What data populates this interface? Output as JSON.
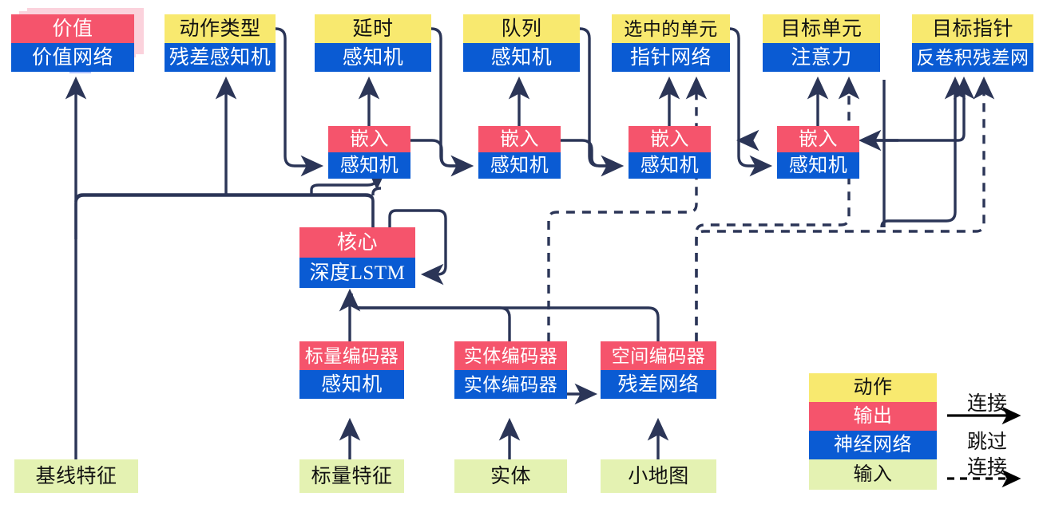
{
  "diagram": {
    "title": "",
    "colors": {
      "action": "#F8E96F",
      "output": "#F5546C",
      "network": "#0A5BD3",
      "input": "#E4F2B2",
      "wire": "#2B3557"
    }
  },
  "outputs": {
    "value": {
      "top": "价值",
      "bottom": "价值网络"
    },
    "action_type": {
      "top": "动作类型",
      "bottom": "残差感知机"
    },
    "delay": {
      "top": "延时",
      "bottom": "感知机"
    },
    "queued": {
      "top": "队列",
      "bottom": "感知机"
    },
    "selected_units": {
      "top": "选中的单元",
      "bottom": "指针网络"
    },
    "target_unit": {
      "top": "目标单元",
      "bottom": "注意力"
    },
    "target_point": {
      "top": "目标指针",
      "bottom": "反卷积残差网"
    }
  },
  "embeddings": [
    {
      "top": "嵌入",
      "bottom": "感知机"
    },
    {
      "top": "嵌入",
      "bottom": "感知机"
    },
    {
      "top": "嵌入",
      "bottom": "感知机"
    },
    {
      "top": "嵌入",
      "bottom": "感知机"
    }
  ],
  "core": {
    "top": "核心",
    "bottom": "深度LSTM"
  },
  "encoders": [
    {
      "top": "标量编码器",
      "bottom": "感知机"
    },
    {
      "top": "实体编码器",
      "bottom": "实体编码器"
    },
    {
      "top": "空间编码器",
      "bottom": "残差网络"
    }
  ],
  "inputs": [
    {
      "label": "基线特征"
    },
    {
      "label": "标量特征"
    },
    {
      "label": "实体"
    },
    {
      "label": "小地图"
    }
  ],
  "legend": {
    "swatches": [
      {
        "label": "动作",
        "kind": "action"
      },
      {
        "label": "输出",
        "kind": "output"
      },
      {
        "label": "神经网络",
        "kind": "network"
      },
      {
        "label": "输入",
        "kind": "input"
      }
    ],
    "arrows": [
      {
        "label": "连接",
        "style": "solid"
      },
      {
        "label": "跳过",
        "style": "dashed"
      },
      {
        "label": "连接",
        "style": "dashed-cont"
      }
    ]
  }
}
